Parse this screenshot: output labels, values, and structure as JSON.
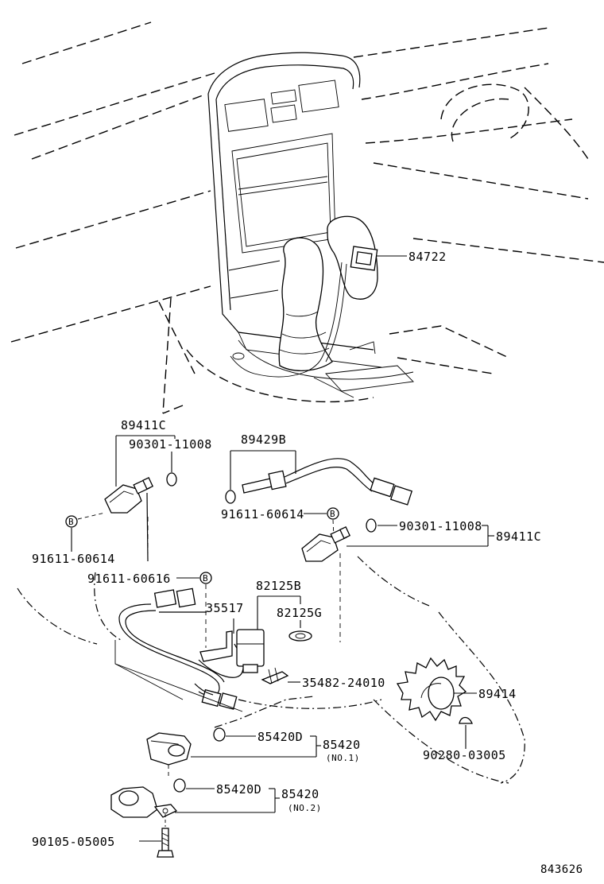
{
  "labels": {
    "p84722": "84722",
    "p89411c_top": "89411C",
    "p90301_11008_left": "90301-11008",
    "p89429b": "89429B",
    "p91611_60614_left": "91611-60614",
    "p91611_60614_mid": "91611-60614",
    "p90301_11008_right": "90301-11008",
    "p89411c_right": "89411C",
    "p91611_60616": "91611-60616",
    "p82125b": "82125B",
    "p35517": "35517",
    "p82125g": "82125G",
    "p35482_24010": "35482-24010",
    "p89414": "89414",
    "p85420d_1": "85420D",
    "p85420_1": "85420",
    "no1": "(NO.1)",
    "p90280_03005": "90280-03005",
    "p85420d_2": "85420D",
    "p85420_2": "85420",
    "no2": "(NO.2)",
    "p90105_05005": "90105-05005",
    "figure_ref": "843626"
  },
  "bolt_marker": "B"
}
